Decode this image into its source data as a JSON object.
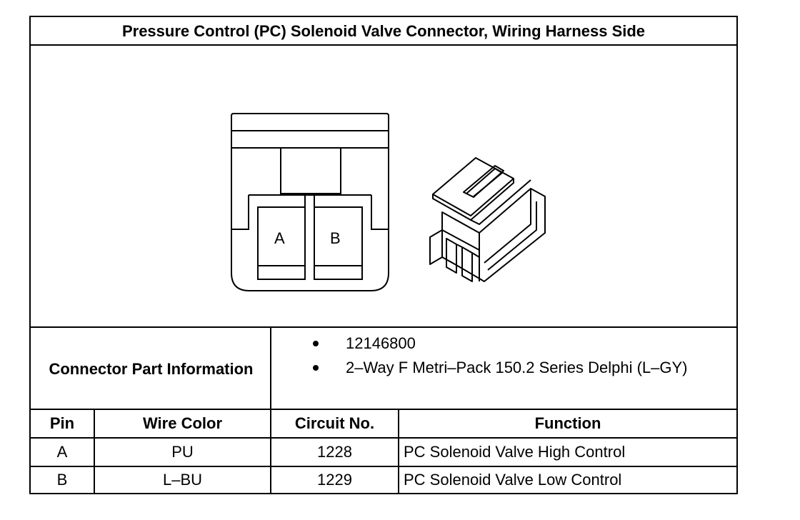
{
  "title": "Pressure Control (PC) Solenoid Valve Connector, Wiring Harness Side",
  "connector": {
    "pin_labels": [
      "A",
      "B"
    ]
  },
  "part_info": {
    "label": "Connector Part Information",
    "items": [
      "12146800",
      "2–Way F Metri–Pack 150.2 Series Delphi (L–GY)"
    ]
  },
  "table": {
    "headers": [
      "Pin",
      "Wire Color",
      "Circuit No.",
      "Function"
    ],
    "rows": [
      [
        "A",
        "PU",
        "1228",
        "PC Solenoid Valve High Control"
      ],
      [
        "B",
        "L–BU",
        "1229",
        "PC Solenoid Valve Low Control"
      ]
    ]
  }
}
